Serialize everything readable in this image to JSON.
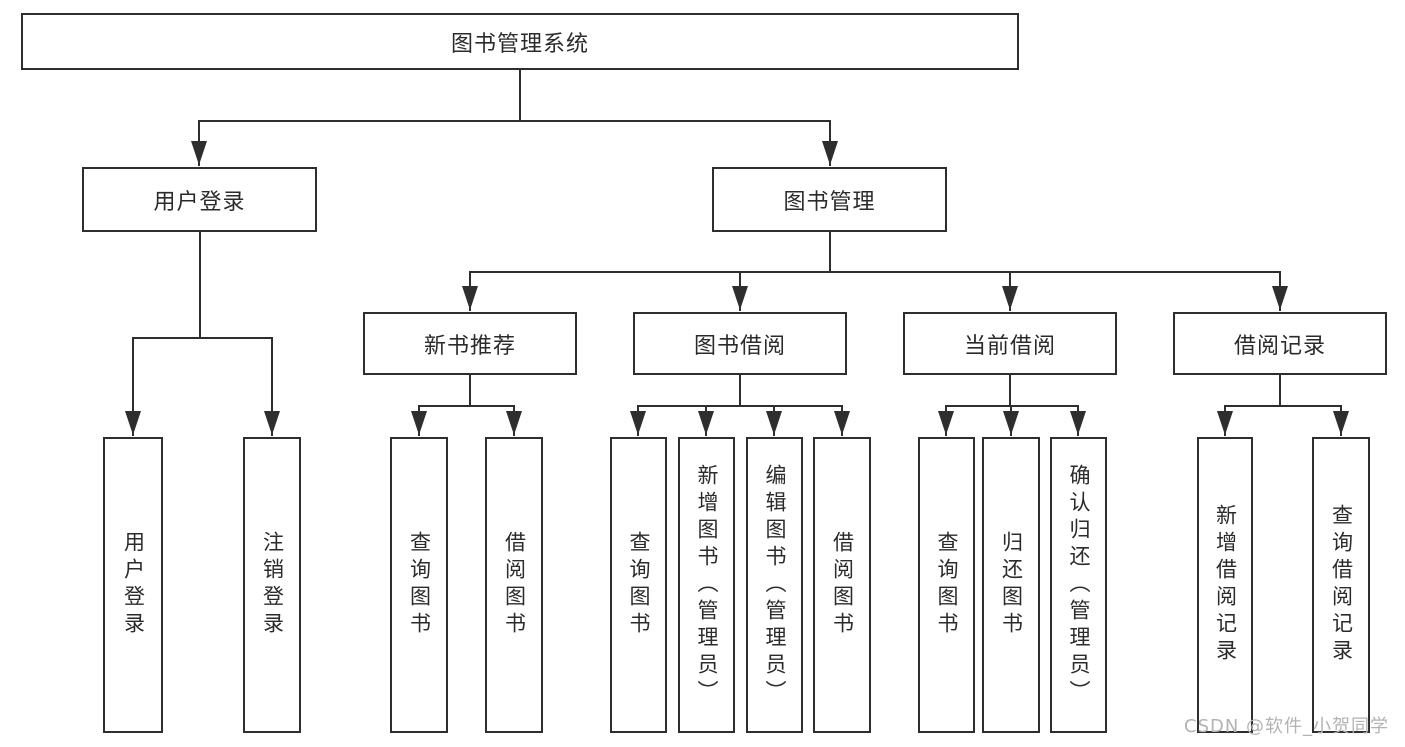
{
  "tree": {
    "label": "图书管理系统",
    "children": [
      {
        "label": "用户登录",
        "children": [
          {
            "label": "用户登录"
          },
          {
            "label": "注销登录"
          }
        ]
      },
      {
        "label": "图书管理",
        "children": [
          {
            "label": "新书推荐",
            "children": [
              {
                "label": "查询图书"
              },
              {
                "label": "借阅图书"
              }
            ]
          },
          {
            "label": "图书借阅",
            "children": [
              {
                "label": "查询图书"
              },
              {
                "label": "新增图书（管理员）"
              },
              {
                "label": "编辑图书（管理员）"
              },
              {
                "label": "借阅图书"
              }
            ]
          },
          {
            "label": "当前借阅",
            "children": [
              {
                "label": "查询图书"
              },
              {
                "label": "归还图书"
              },
              {
                "label": "确认归还（管理员）"
              }
            ]
          },
          {
            "label": "借阅记录",
            "children": [
              {
                "label": "新增借阅记录"
              },
              {
                "label": "查询借阅记录"
              }
            ]
          }
        ]
      }
    ]
  },
  "watermark": {
    "text": "CSDN @软件_小贺同学"
  },
  "colors": {
    "line": "#2e2e2e",
    "border": "#2e2e2e",
    "text": "#2b2b2b",
    "watermark": "#b3b3b3",
    "background": "#ffffff"
  }
}
